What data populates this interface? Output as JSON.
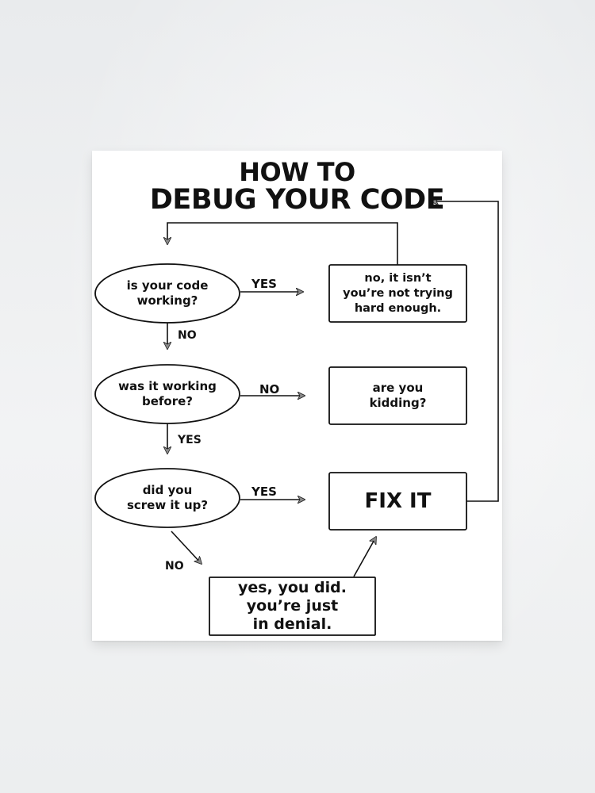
{
  "title": {
    "line1": "HOW TO",
    "line2": "DEBUG YOUR CODE"
  },
  "nodes": {
    "q_working": "is your code\nworking?",
    "no_isnt": "no, it isn’t\nyou’re not trying\nhard enough.",
    "q_before": "was it working\nbefore?",
    "kidding": "are you\nkidding?",
    "q_screw": "did you\nscrew it up?",
    "fix_it": "FIX IT",
    "denial": "yes, you did.\nyou’re just\nin denial."
  },
  "edges": {
    "yes_1": "YES",
    "no_1": "NO",
    "no_2": "NO",
    "yes_2": "YES",
    "yes_3": "YES",
    "no_3": "NO"
  }
}
